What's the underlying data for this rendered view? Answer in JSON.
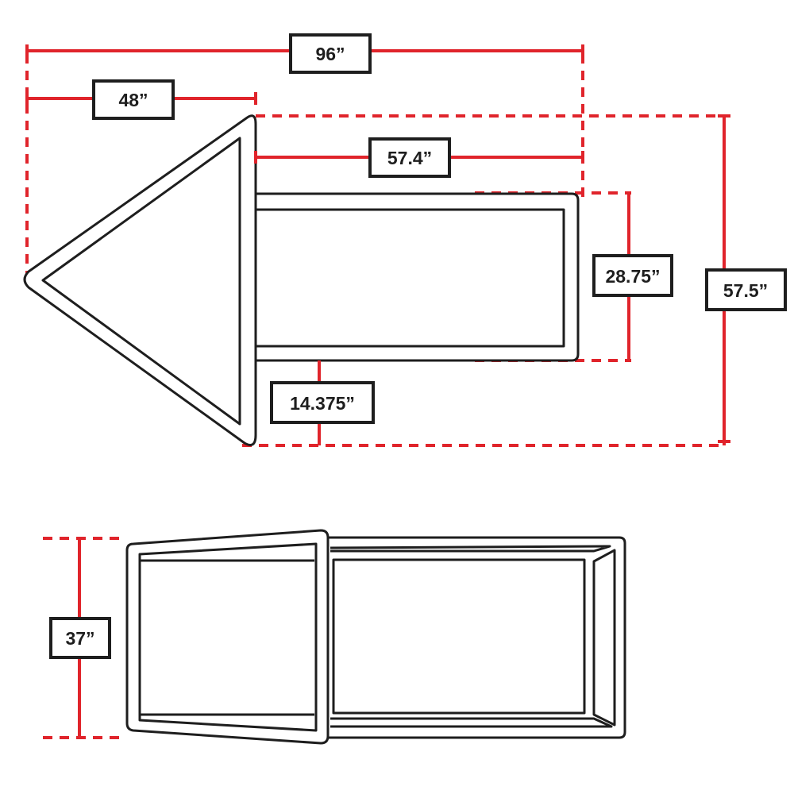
{
  "colors": {
    "dimension": "#e0242b",
    "outline": "#1e1e1e",
    "background": "#ffffff"
  },
  "dimensions": {
    "overall_length": "96”",
    "nose_length": "48”",
    "body_length": "57.4”",
    "body_width": "28.75”",
    "overall_width": "57.5”",
    "body_offset": "14.375”",
    "height": "37”"
  }
}
